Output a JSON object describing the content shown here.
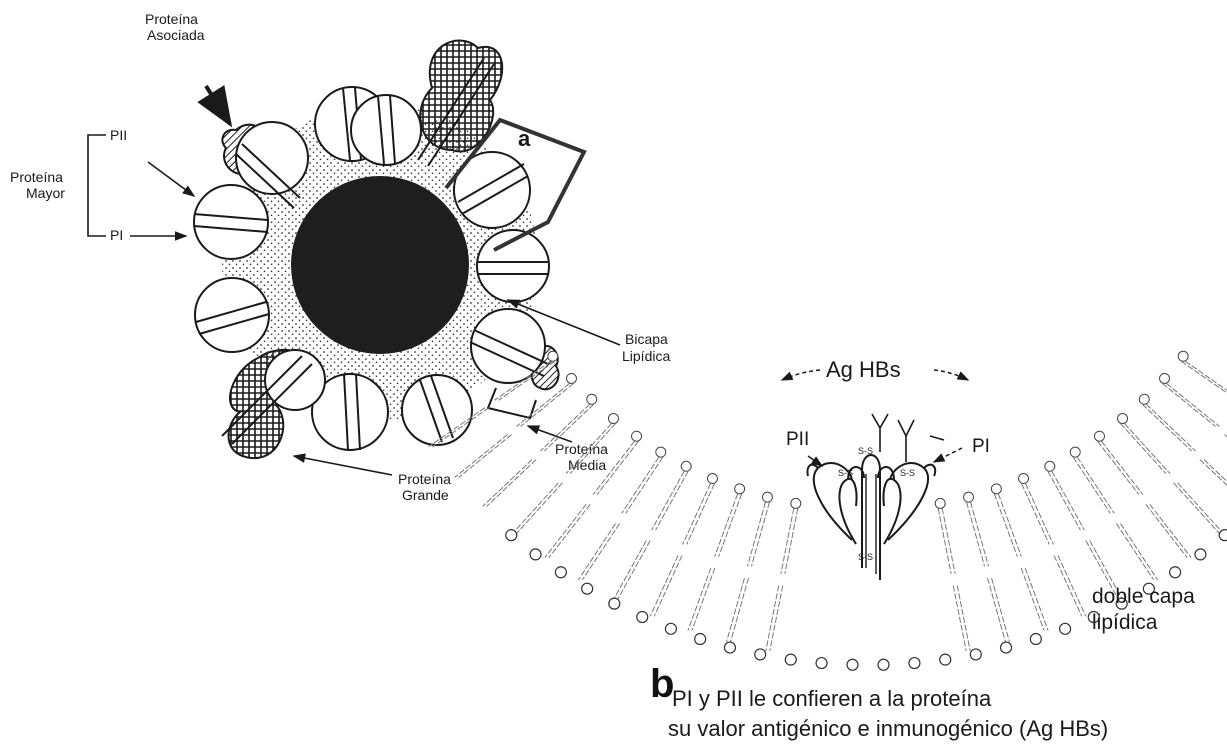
{
  "diagram_a": {
    "panel_label": "a",
    "labels": {
      "asociada_line1": "Proteína",
      "asociada_line2": "Asociada",
      "mayor_line1": "Proteína",
      "mayor_line2": "Mayor",
      "pii": "PII",
      "pi": "PI",
      "bicapa_line1": "Bicapa",
      "bicapa_line2": "Lipídica",
      "media_line1": "Proteína",
      "media_line2": "Media",
      "grande_line1": "Proteína",
      "grande_line2": "Grande"
    }
  },
  "diagram_b": {
    "panel_label": "b",
    "title": "Ag  HBs",
    "pii": "PII",
    "pi": "PI",
    "membrane_line1": "doble capa",
    "membrane_line2": "lipídica",
    "bond_label": "S-S",
    "caption_line1": "PI y PII le confieren a la proteína",
    "caption_line2": "su valor antigénico e inmunogénico (Ag HBs)"
  }
}
